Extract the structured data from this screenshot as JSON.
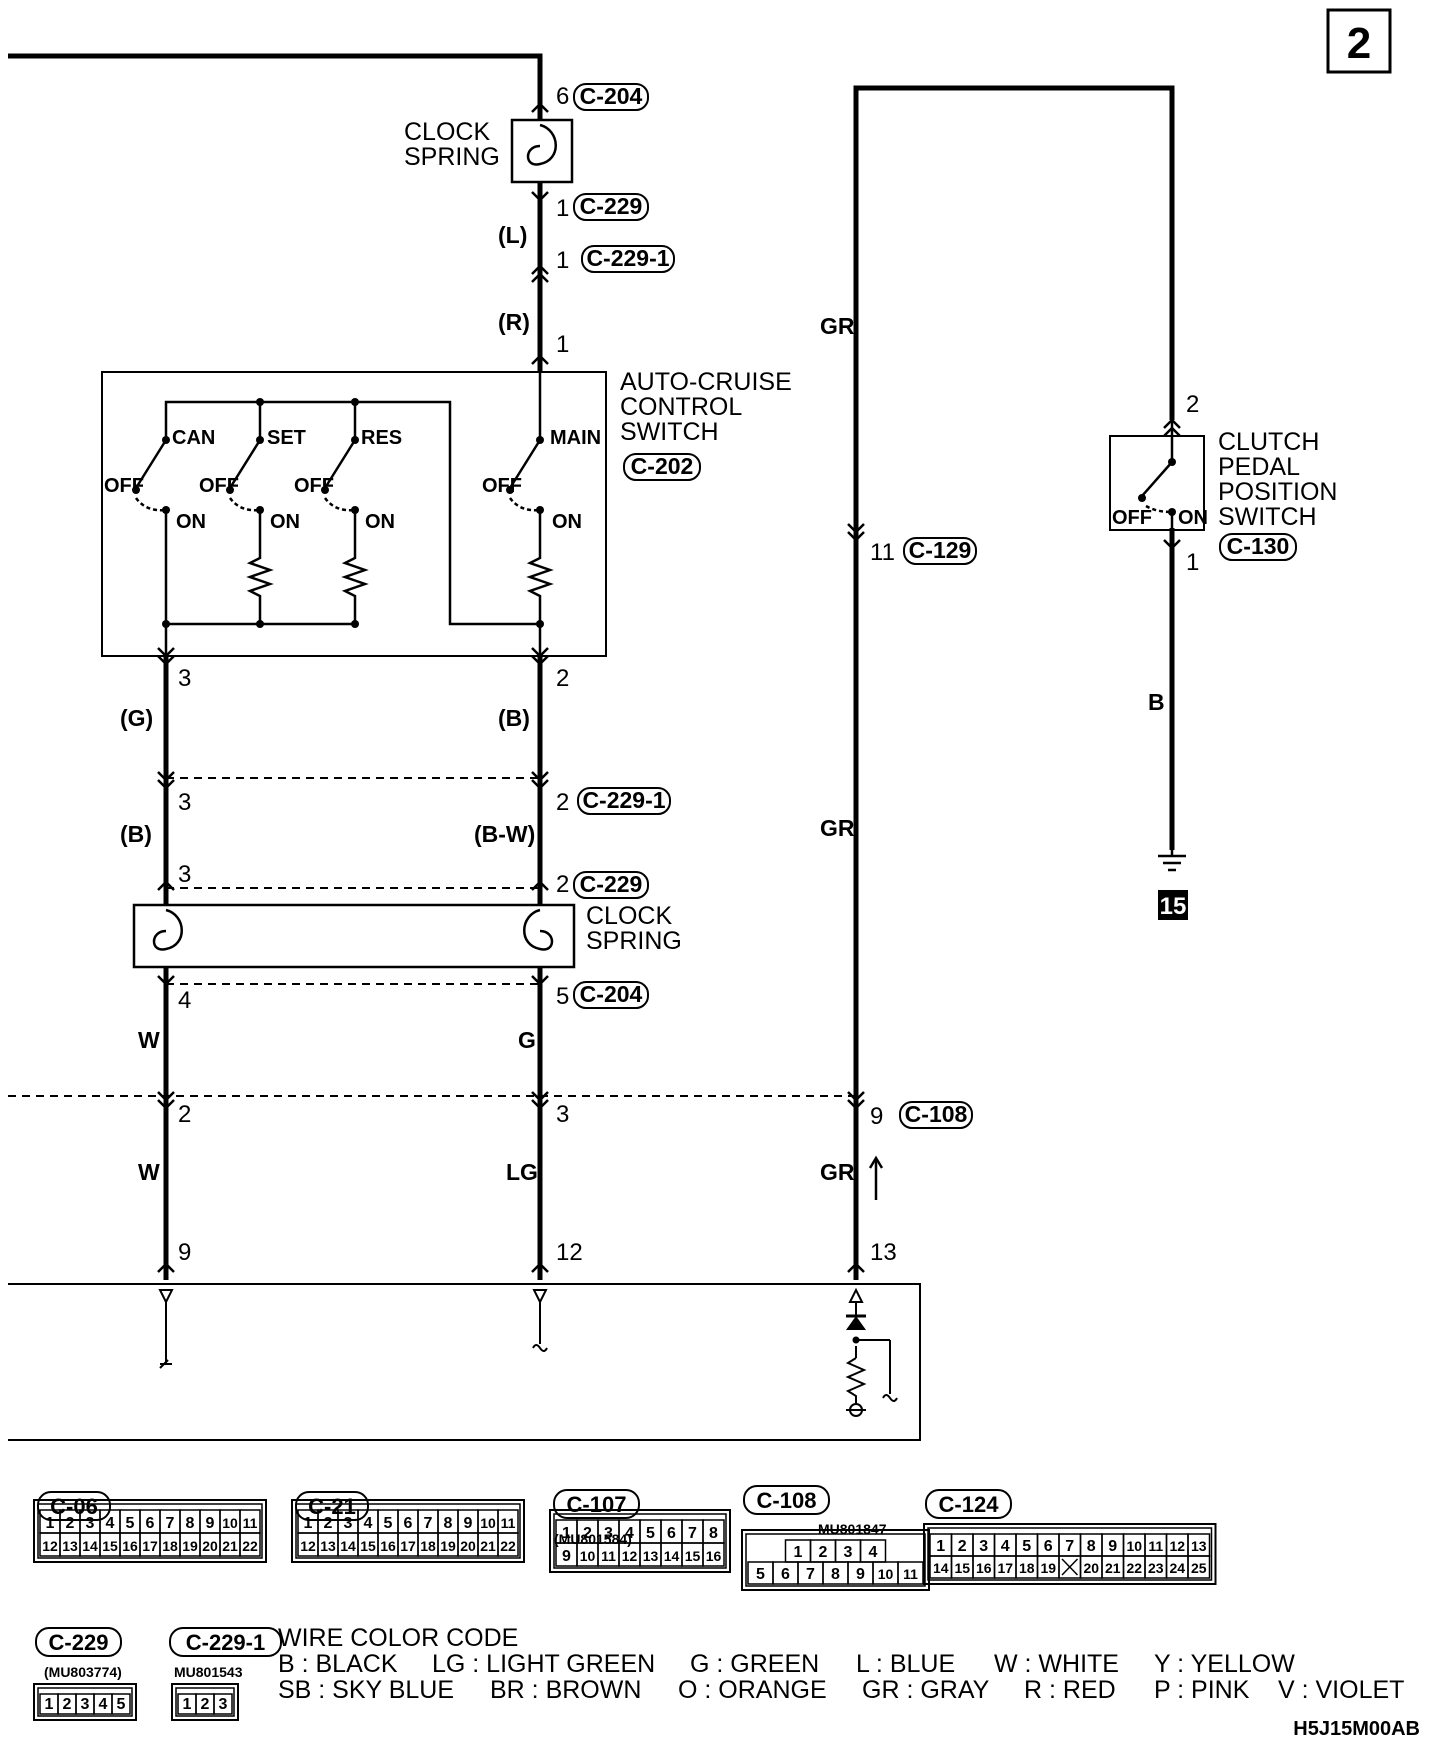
{
  "page_number": "2",
  "diagram_code": "H5J15M00AB",
  "clock_spring_top": {
    "label_1": "CLOCK",
    "label_2": "SPRING",
    "pin_in": "6",
    "conn_in": "C-204",
    "pin_out": "1",
    "conn_out": "C-229"
  },
  "clock_spring_bottom": {
    "label_1": "CLOCK",
    "label_2": "SPRING",
    "conn_top": "C-229",
    "conn_bottom": "C-204"
  },
  "main_feed": {
    "wire_l": "(L)",
    "pin_229_1": "1",
    "conn_229_1": "C-229-1",
    "wire_r": "(R)",
    "pin_switch": "1"
  },
  "auto_cruise_switch": {
    "label_1": "AUTO-CRUISE",
    "label_2": "CONTROL",
    "label_3": "SWITCH",
    "connector": "C-202",
    "off": "OFF",
    "on": "ON",
    "switches": [
      "CAN",
      "SET",
      "RES",
      "MAIN"
    ]
  },
  "left_circuit": {
    "pins": [
      "3",
      "3",
      "3",
      "4",
      "2",
      "9"
    ],
    "wires": [
      "(G)",
      "(B)",
      "W",
      "W"
    ]
  },
  "middle_circuit": {
    "pins": [
      "2",
      "2",
      "2",
      "5",
      "3",
      "12"
    ],
    "wires": [
      "(B)",
      "(B-W)",
      "G",
      "LG"
    ],
    "conn_229_1": "C-229-1"
  },
  "right_circuit": {
    "wire_top": "GR",
    "pin_129": "11",
    "conn_129": "C-129",
    "wire_mid": "GR",
    "pin_108": "9",
    "conn_108": "C-108",
    "wire_bot": "GR",
    "pin_ecu": "13"
  },
  "clutch_switch": {
    "label_1": "CLUTCH",
    "label_2": "PEDAL",
    "label_3": "POSITION",
    "label_4": "SWITCH",
    "connector": "C-130",
    "pin_top": "2",
    "pin_bottom": "1",
    "off": "OFF",
    "on": "ON",
    "wire": "B",
    "ground": "15"
  },
  "connectors": [
    {
      "name": "C-06",
      "row1": [
        "1",
        "2",
        "3",
        "4",
        "5",
        "6",
        "7",
        "8",
        "9",
        "10",
        "11"
      ],
      "row2": [
        "12",
        "13",
        "14",
        "15",
        "16",
        "17",
        "18",
        "19",
        "20",
        "21",
        "22"
      ]
    },
    {
      "name": "C-21",
      "row1": [
        "1",
        "2",
        "3",
        "4",
        "5",
        "6",
        "7",
        "8",
        "9",
        "10",
        "11"
      ],
      "row2": [
        "12",
        "13",
        "14",
        "15",
        "16",
        "17",
        "18",
        "19",
        "20",
        "21",
        "22"
      ]
    },
    {
      "name": "C-107",
      "part": "(MU801584)",
      "row1": [
        "1",
        "2",
        "3",
        "4",
        "5",
        "6",
        "7",
        "8"
      ],
      "row2": [
        "9",
        "10",
        "11",
        "12",
        "13",
        "14",
        "15",
        "16"
      ]
    },
    {
      "name": "C-108",
      "part": "MU801847",
      "row1": [
        "1",
        "2",
        "3",
        "4"
      ],
      "row2": [
        "5",
        "6",
        "7",
        "8",
        "9",
        "10",
        "11"
      ]
    },
    {
      "name": "C-124",
      "row1": [
        "1",
        "2",
        "3",
        "4",
        "5",
        "6",
        "7",
        "8",
        "9",
        "10",
        "11",
        "12",
        "13"
      ],
      "row2": [
        "14",
        "15",
        "16",
        "17",
        "18",
        "19",
        "",
        "20",
        "21",
        "22",
        "23",
        "24",
        "25"
      ]
    },
    {
      "name": "C-229",
      "part": "(MU803774)",
      "row1": [
        "1",
        "2",
        "3",
        "4",
        "5"
      ]
    },
    {
      "name": "C-229-1",
      "part": "MU801543",
      "row1": [
        "1",
        "2",
        "3"
      ]
    }
  ],
  "wire_color_code": {
    "title": "WIRE COLOR CODE",
    "row1": [
      "B : BLACK",
      "LG : LIGHT GREEN",
      "G : GREEN",
      "L : BLUE",
      "W : WHITE",
      "Y : YELLOW"
    ],
    "row2": [
      "SB : SKY BLUE",
      "BR : BROWN",
      "O : ORANGE",
      "GR : GRAY",
      "R : RED",
      "P : PINK",
      "V : VIOLET"
    ]
  }
}
